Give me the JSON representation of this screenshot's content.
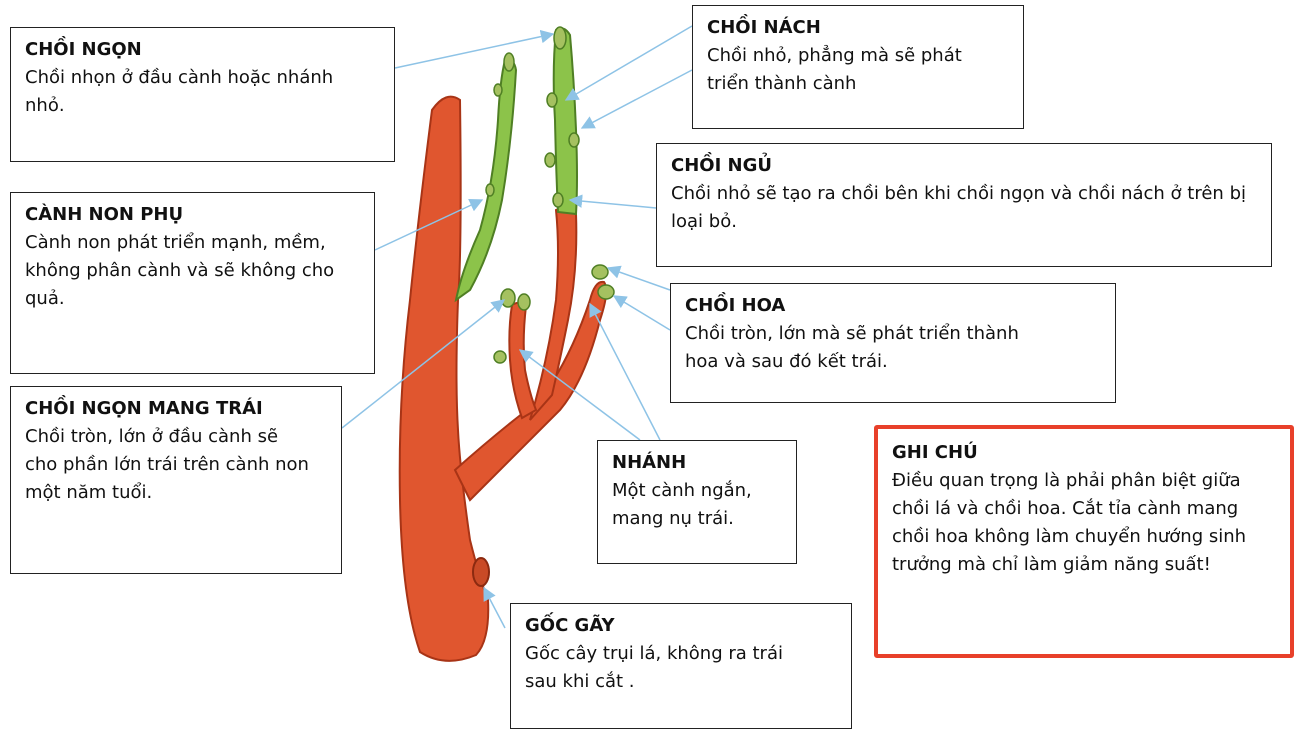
{
  "colors": {
    "branch": "#e0562f",
    "branch_dark": "#a83416",
    "shoot": "#8cc34a",
    "shoot_dark": "#4f7f24",
    "bud": "#a5c160",
    "arrow": "#8ec3e6",
    "note_border": "#e8402a"
  },
  "labels": {
    "terminal_bud": {
      "title": "CHỒI NGỌN",
      "desc": "Chồi nhọn ở đầu cành hoặc nhánh nhỏ."
    },
    "axillary_bud": {
      "title": "CHỒI NÁCH",
      "desc": "Chồi nhỏ, phẳng mà sẽ phát triển thành cành"
    },
    "dormant_bud": {
      "title": "CHỒI NGỦ",
      "desc": "Chồi nhỏ sẽ tạo ra chồi bên khi chồi ngọn và chồi nách ở trên bị loại bỏ."
    },
    "water_sprout": {
      "title": "CÀNH NON PHỤ",
      "desc": "Cành non phát triển mạnh, mềm, không phân cành  và sẽ không cho quả."
    },
    "flower_bud": {
      "title": "CHỒI HOA",
      "desc": "Chồi tròn, lớn mà sẽ phát triển thành hoa và sau đó kết trái."
    },
    "fruiting_terminal_bud": {
      "title": "CHỒI NGỌN MANG TRÁI",
      "desc": "Chồi tròn, lớn ở đầu cành sẽ cho phần lớn trái trên cành non một năm tuổi."
    },
    "spur": {
      "title": "NHÁNH",
      "desc": "Một cành ngắn, mang nụ trái."
    },
    "stub": {
      "title": "GỐC GÃY",
      "desc": "Gốc cây trụi lá, không ra trái sau khi cắt ."
    }
  },
  "note": {
    "title": "GHI CHÚ",
    "desc": "Điều quan trọng là phải phân biệt giữa chồi lá và chồi hoa. Cắt tỉa cành mang chồi hoa không làm chuyển hướng sinh trưởng mà chỉ làm giảm năng suất!"
  }
}
